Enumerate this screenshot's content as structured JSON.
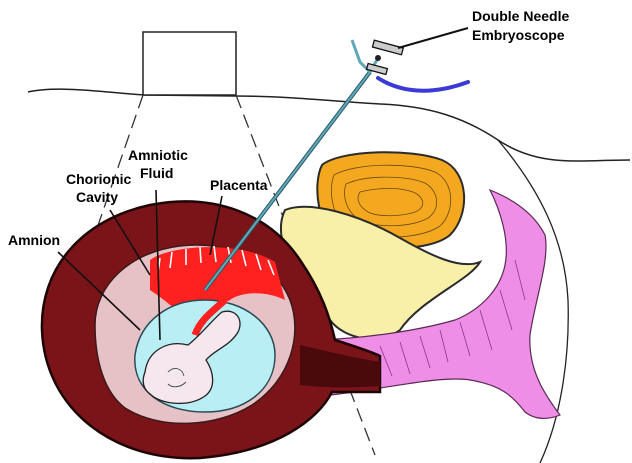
{
  "labels": {
    "device_line1": "Double Needle",
    "device_line2": "Embryoscope",
    "amniotic_line1": "Amniotic",
    "amniotic_line2": "Fluid",
    "chorionic_line1": "Chorionic",
    "chorionic_line2": "Cavity",
    "placenta": "Placenta",
    "amnion": "Amnion"
  },
  "colors": {
    "uterine_wall": "#7a1418",
    "uterine_dark": "#4a0a0c",
    "chorionic_cavity": "#e6c1c6",
    "amniotic_fluid": "#b9eef4",
    "fetus": "#f6e6ee",
    "placenta": "#ff2020",
    "bowel": "#f4a820",
    "bladder": "#f8f0a8",
    "vagina": "#ee8ee6",
    "catheter": "#3b3ad6",
    "needle": "#5fa8b8"
  },
  "icons": {
    "embryoscope": "embryoscope-handle-icon",
    "fetus": "fetus-icon"
  }
}
